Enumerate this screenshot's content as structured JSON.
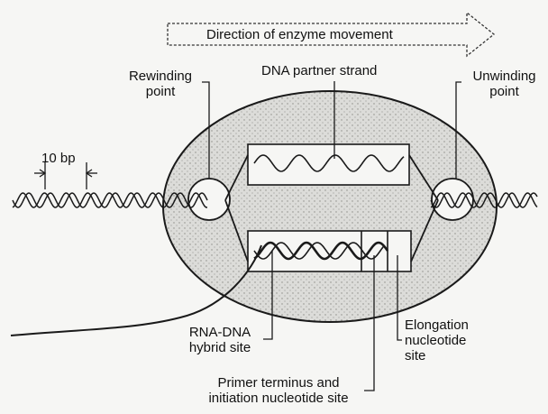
{
  "labels": {
    "direction": "Direction of enzyme movement",
    "rewinding_1": "Rewinding",
    "rewinding_2": "point",
    "partner": "DNA partner strand",
    "unwinding_1": "Unwinding",
    "unwinding_2": "point",
    "bp": "10 bp",
    "hybrid_1": "RNA-DNA",
    "hybrid_2": "hybrid site",
    "elongation_1": "Elongation",
    "elongation_2": "nucleotide",
    "elongation_3": "site",
    "primer_1": "Primer terminus and",
    "primer_2": "initiation nucleotide site"
  },
  "colors": {
    "ink": "#1a1a1a",
    "enzyme_fill": "#d9d9d6",
    "background": "#f6f6f4"
  }
}
